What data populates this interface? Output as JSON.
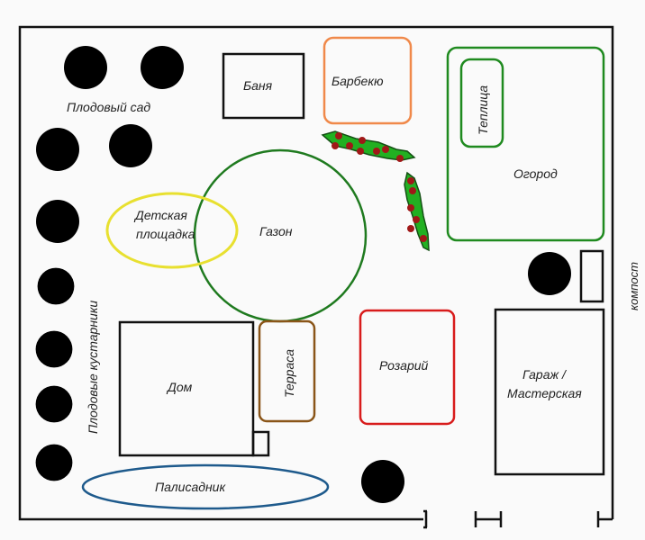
{
  "labels": {
    "orchard": "Плодовый сад",
    "bathhouse": "Баня",
    "barbecue": "Барбекю",
    "greenhouse": "Теплица",
    "vegetable_garden": "Огород",
    "playground_line1": "Детская",
    "playground_line2": "площадка",
    "lawn": "Газон",
    "compost": "компост",
    "fruit_shrubs": "Плодовые кустарники",
    "house": "Дом",
    "terrace": "Терраса",
    "rose_garden": "Розарий",
    "garage_line1": "Гараж /",
    "garage_line2": "Мастерская",
    "front_garden": "Палисадник"
  },
  "colors": {
    "barbecue": "#f0894a",
    "garden_green": "#1f8a1f",
    "playground": "#e8e030",
    "lawn": "#1f7a1f",
    "terrace": "#8a5518",
    "rose_garden": "#d81c1c",
    "front_garden": "#1e5a8c"
  }
}
